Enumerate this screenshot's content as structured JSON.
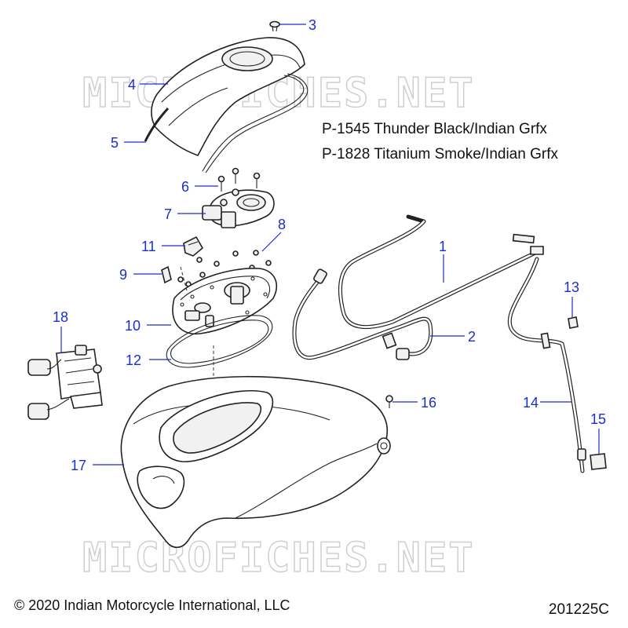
{
  "variants": [
    "P-1545 Thunder Black/Indian Grfx",
    "P-1828 Titanium Smoke/Indian Grfx"
  ],
  "watermark": "MICROFICHES.NET",
  "callouts": {
    "c1": "1",
    "c2": "2",
    "c3": "3",
    "c4": "4",
    "c5": "5",
    "c6": "6",
    "c7": "7",
    "c8": "8",
    "c9": "9",
    "c10": "10",
    "c11": "11",
    "c12": "12",
    "c13": "13",
    "c14": "14",
    "c15": "15",
    "c16": "16",
    "c17": "17",
    "c18": "18"
  },
  "footer": {
    "copyright": "© 2020 Indian Motorcycle International, LLC",
    "diagram_id": "201225C"
  },
  "colors": {
    "callout": "#1a2ecc",
    "watermark": "#cfcfcf",
    "line": "#222222"
  }
}
